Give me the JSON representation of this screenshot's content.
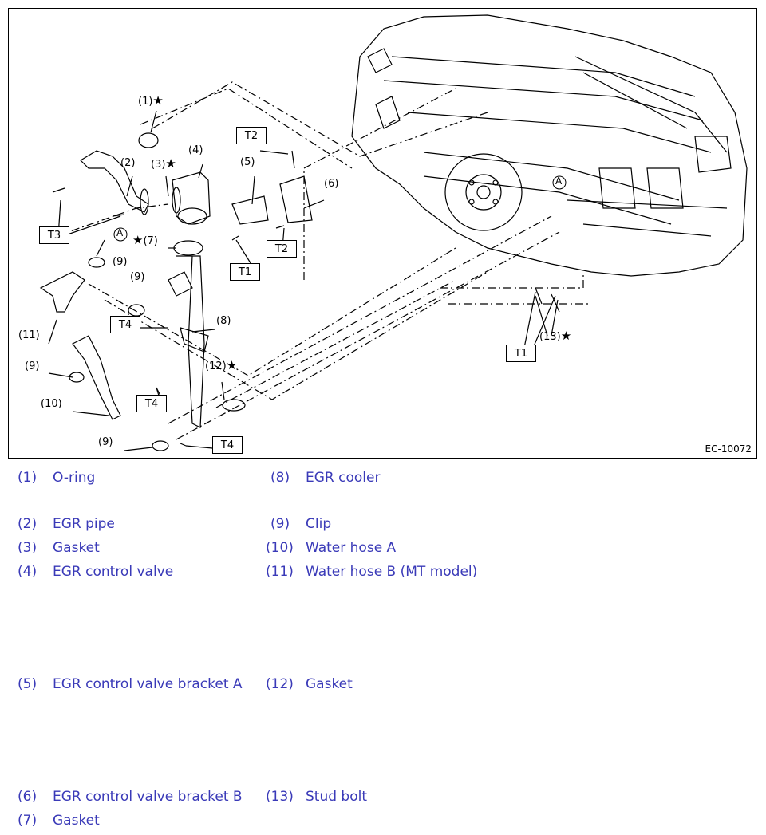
{
  "figure_code": "EC-10072",
  "callouts": {
    "c1": "(1)",
    "c2": "(2)",
    "c3": "(3)",
    "c4": "(4)",
    "c5": "(5)",
    "c6": "(6)",
    "c7": "(7)",
    "c8": "(8)",
    "c9a": "(9)",
    "c9b": "(9)",
    "c9c": "(9)",
    "c9d": "(9)",
    "c10": "(10)",
    "c11": "(11)",
    "c12": "(12)",
    "c13": "(13)",
    "star": "★",
    "ref_a": "A"
  },
  "torque_labels": {
    "t2_top": "T2",
    "t3": "T3",
    "t2_right": "T2",
    "t1_left": "T1",
    "t4_upper": "T4",
    "t4_middle": "T4",
    "t4_lower": "T4",
    "t1_right": "T1"
  },
  "legend": [
    {
      "num": "(1)",
      "label": "O-ring"
    },
    {
      "num": "(2)",
      "label": "EGR pipe"
    },
    {
      "num": "(3)",
      "label": "Gasket"
    },
    {
      "num": "(4)",
      "label": "EGR control valve"
    },
    {
      "num": "(5)",
      "label": "EGR control valve bracket A"
    },
    {
      "num": "(6)",
      "label": "EGR control valve bracket B"
    },
    {
      "num": "(7)",
      "label": "Gasket"
    },
    {
      "num": "(8)",
      "label": "EGR cooler"
    },
    {
      "num": "(9)",
      "label": "Clip"
    },
    {
      "num": "(10)",
      "label": "Water hose A"
    },
    {
      "num": "(11)",
      "label": "Water hose B (MT model)"
    },
    {
      "num": "(12)",
      "label": "Gasket"
    },
    {
      "num": "(13)",
      "label": "Stud bolt"
    }
  ],
  "colors": {
    "legend_text": "#3a3ab8",
    "line": "#000000"
  }
}
